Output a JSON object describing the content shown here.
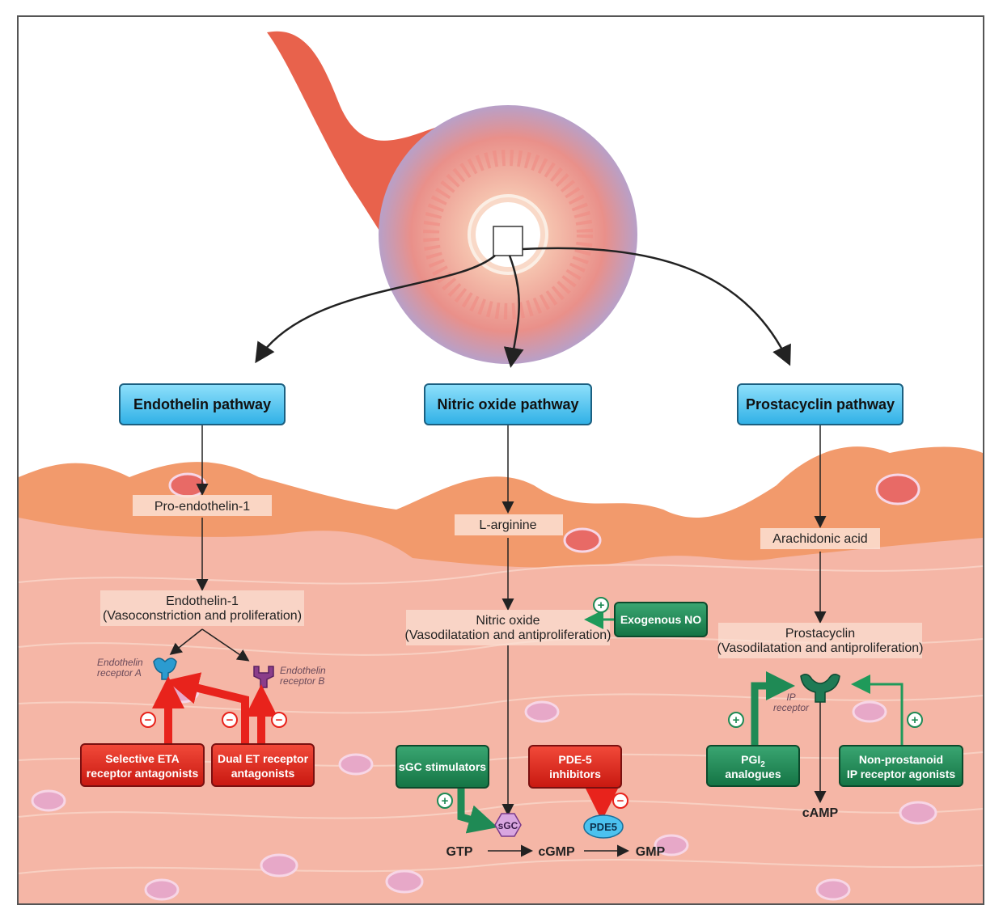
{
  "pathways": [
    {
      "title": "Endothelin pathway"
    },
    {
      "title": "Nitric oxide pathway"
    },
    {
      "title": "Prostacyclin pathway"
    }
  ],
  "endothelin": {
    "precursor": "Pro-endothelin-1",
    "mediator": "Endothelin-1",
    "mediator_effect": "(Vasoconstriction and proliferation)",
    "receptor_a": [
      "Endothelin",
      "receptor A"
    ],
    "receptor_b": [
      "Endothelin",
      "receptor B"
    ],
    "drug_selective": [
      "Selective ETA",
      "receptor antagonists"
    ],
    "drug_dual": [
      "Dual ET receptor",
      "antagonists"
    ],
    "sign": "−"
  },
  "nitric_oxide": {
    "precursor": "L-arginine",
    "mediator": "Nitric oxide",
    "mediator_effect": "(Vasodilatation and antiproliferation)",
    "exogenous": "Exogenous NO",
    "drug_sgc": "sGC stimulators",
    "drug_pde5": [
      "PDE-5",
      "inhibitors"
    ],
    "sgc": "sGC",
    "pde5": "PDE5",
    "gtp": "GTP",
    "cgmp": "cGMP",
    "gmp": "GMP",
    "plus": "+",
    "minus": "−"
  },
  "prostacyclin": {
    "precursor": "Arachidonic acid",
    "mediator": "Prostacyclin",
    "mediator_effect": "(Vasodilatation and antiproliferation)",
    "receptor": [
      "IP",
      "receptor"
    ],
    "drug_pgi2": [
      "PGI",
      "2",
      "analogues"
    ],
    "drug_nonprostanoid": [
      "Non-prostanoid",
      "IP receptor agonists"
    ],
    "camp": "cAMP",
    "plus": "+"
  },
  "colors": {
    "pathway_box": "#3fc0ee",
    "antagonist_red": "#e8231c",
    "agonist_green": "#1f8a55",
    "tissue": "#f5b6a6",
    "endothelium": "#f29a6c"
  }
}
